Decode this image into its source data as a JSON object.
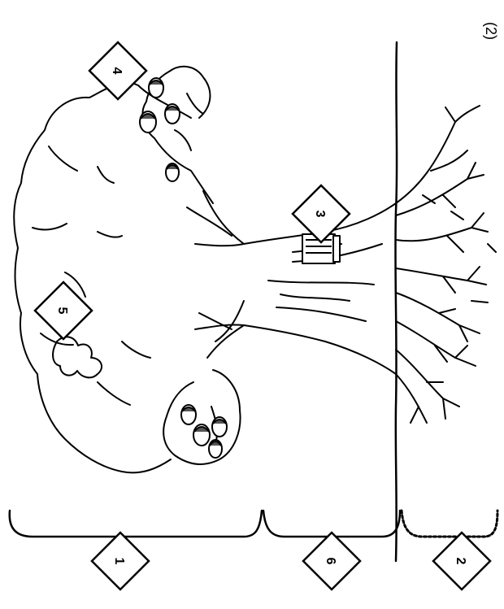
{
  "page_number": "(2)",
  "labels": {
    "crown": "1",
    "roots": "2",
    "birdhouse": "3",
    "acorns": "4",
    "leaf": "5",
    "trunk": "6"
  },
  "colors": {
    "ink": "#000000",
    "background": "#ffffff"
  }
}
